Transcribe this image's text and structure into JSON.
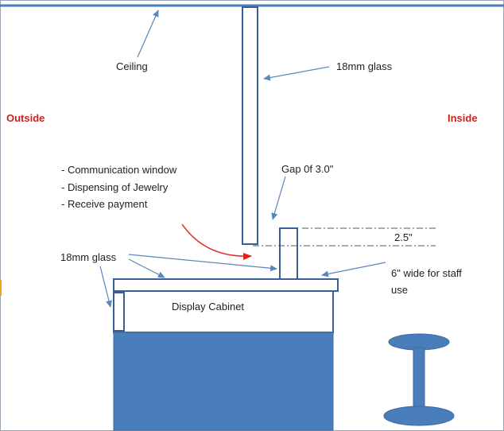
{
  "labels": {
    "ceiling": "Ceiling",
    "glass_top": "18mm glass",
    "outside": "Outside",
    "inside": "Inside",
    "window_items": [
      "- Communication window",
      "- Dispensing of Jewelry",
      "- Receive payment"
    ],
    "gap": "Gap 0f 3.0\"",
    "measure": "2.5\"",
    "glass_left": "18mm glass",
    "staff_line1": "6\" wide for staff",
    "staff_line2": "use",
    "cabinet": "Display Cabinet"
  },
  "colors": {
    "frame_fill": "#4a7ebb",
    "frame_stroke": "#3a6aa8",
    "pane_stroke": "#3a5f95",
    "arrow": "#5b86bd",
    "curve_arrow": "#e0201a",
    "text_red": "#d0201c",
    "left_edge_mark": "#f0a020"
  }
}
